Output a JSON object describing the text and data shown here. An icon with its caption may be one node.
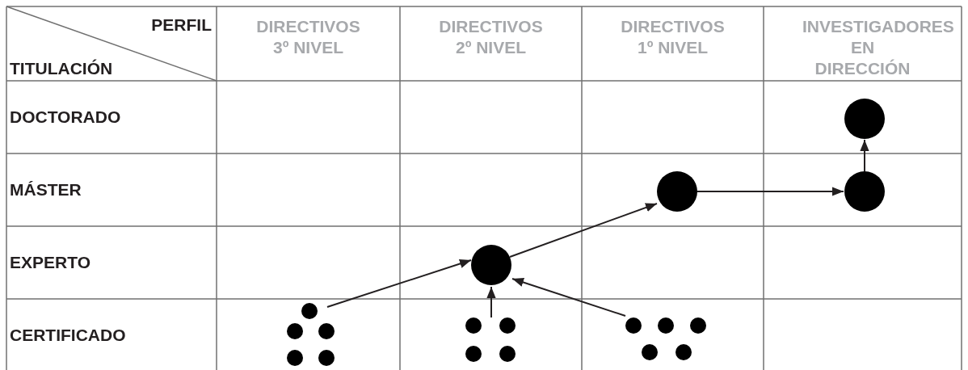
{
  "diagram": {
    "nodes": [
      {
        "text": [],
        "shape": "circle"
      },
      {
        "text": [],
        "shape": "circle"
      },
      {
        "text": [],
        "shape": "circle"
      },
      {
        "text": [],
        "shape": "circle"
      },
      {
        "text": [],
        "shape": "dots"
      },
      {
        "text": [],
        "shape": "dots"
      },
      {
        "text": [],
        "shape": "dots"
      }
    ],
    "edges": [
      {
        "from": 4,
        "to": 3,
        "arrow": "to"
      },
      {
        "from": 5,
        "to": 3,
        "arrow": "to"
      },
      {
        "from": 6,
        "to": 3,
        "arrow": "to"
      },
      {
        "from": 3,
        "to": 1,
        "arrow": "to"
      },
      {
        "from": 1,
        "to": 2,
        "arrow": "to"
      },
      {
        "from": 2,
        "to": 0,
        "arrow": "to"
      }
    ],
    "labels": [
      "PERFIL",
      "TITULACIÓN",
      "DIRECTIVOS 3º NIVEL",
      "DIRECTIVOS 2º NIVEL",
      "DIRECTIVOS 1º NIVEL",
      "INVESTIGADORES EN DIRECCIÓN",
      "DOCTORADO",
      "MÁSTER",
      "EXPERTO",
      "CERTIFICADO"
    ]
  }
}
